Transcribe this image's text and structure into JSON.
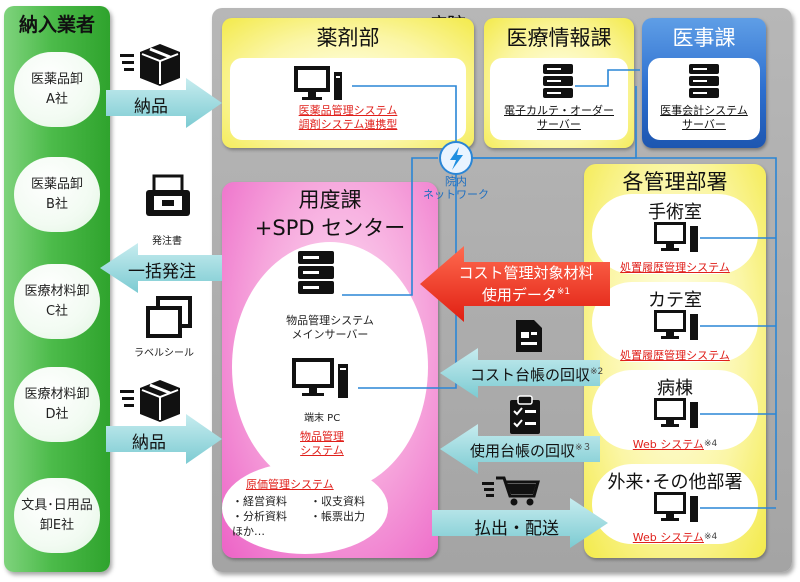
{
  "vendors": {
    "title": "納入業者",
    "items": [
      {
        "line1": "医薬品卸",
        "line2": "A社"
      },
      {
        "line1": "医薬品卸",
        "line2": "B社"
      },
      {
        "line1": "医療材料卸",
        "line2": "C社"
      },
      {
        "line1": "医療材料卸",
        "line2": "D社"
      },
      {
        "line1": "文具･日用品",
        "line2": "卸E社"
      }
    ]
  },
  "hospital": {
    "title": "病院",
    "pharmacy": {
      "title": "薬剤部",
      "link1": "医薬品管理システム",
      "link2": "調剤システム連携型"
    },
    "medinfo": {
      "title": "医療情報課",
      "line1": "電子カルテ・オーダー",
      "line2": "サーバー"
    },
    "medaffairs": {
      "title": "医事課",
      "line1": "医事会計システム",
      "line2": "サーバー"
    },
    "network": {
      "line1": "院内",
      "line2": "ネットワーク"
    },
    "spd": {
      "title1": "用度課",
      "title2": "+SPD センター",
      "server_line1": "物品管理システム",
      "server_line2": "メインサーバー",
      "pc_label": "端末 PC",
      "link1": "物品管理",
      "link2": "システム",
      "cost_title": "原価管理システム",
      "cost_items": [
        "・経営資料",
        "・収支資料",
        "・分析資料",
        "・帳票出力"
      ],
      "cost_more": "ほか…"
    },
    "depts": {
      "title": "各管理部署",
      "items": [
        {
          "name": "手術室",
          "system": "処置履歴管理システム",
          "note": ""
        },
        {
          "name": "カテ室",
          "system": "処置履歴管理システム",
          "note": ""
        },
        {
          "name": "病棟",
          "system": "Web システム",
          "note": "※4"
        },
        {
          "name": "外来･その他部署",
          "system": "Web システム",
          "note": "※4"
        }
      ]
    }
  },
  "flows": {
    "delivery1": "納品",
    "delivery2": "納品",
    "bulk_order": "一括発注",
    "order_doc": "発注書",
    "label_seal": "ラベルシール",
    "cost_data_line1": "コスト管理対象材料",
    "cost_data_line2": "使用データ",
    "cost_data_note": "※1",
    "cost_ledger": "コスト台帳の回収",
    "cost_ledger_note": "※2",
    "usage_ledger": "使用台帳の回収",
    "usage_ledger_note": "※３",
    "dispatch": "払出・配送"
  },
  "colors": {
    "accent_red": "#e0201b",
    "vendor_green": "#3fb03d",
    "pink": "#ec62c6",
    "yellow": "#f3ea4a",
    "teal_arrow": "#8fd3d8",
    "gray": "#a8a8a8",
    "blue": "#2d6fcf",
    "network_blue": "#1f8fe0"
  },
  "icons": [
    "box-icon",
    "fax-icon",
    "label-icon",
    "computer-icon",
    "server-icon",
    "lightning-icon",
    "ledger-icon",
    "checklist-icon",
    "cart-icon"
  ]
}
